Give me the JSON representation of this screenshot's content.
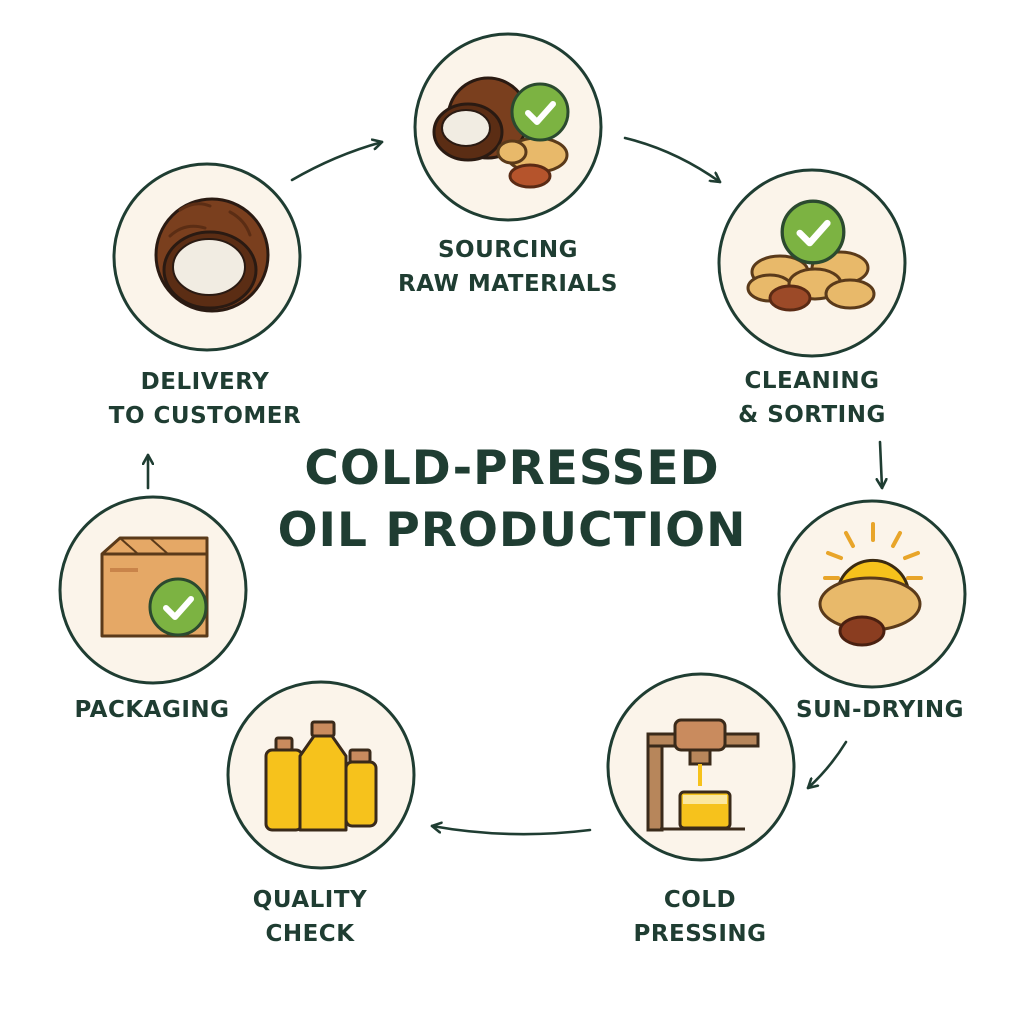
{
  "title": {
    "line1": "COLD-PRESSED",
    "line2": "OIL PRODUCTION"
  },
  "steps": [
    {
      "icon": "coconut-peanut-check-icon",
      "line1": "SOURCING",
      "line2": "RAW MATERIALS"
    },
    {
      "icon": "peanuts-check-icon",
      "line1": "CLEANING",
      "line2": "& SORTING"
    },
    {
      "icon": "sun-peanuts-icon",
      "line1": "SUN-DRYING",
      "line2": ""
    },
    {
      "icon": "oil-press-icon",
      "line1": "COLD",
      "line2": "PRESSING"
    },
    {
      "icon": "oil-bottles-icon",
      "line1": "QUALITY",
      "line2": "CHECK"
    },
    {
      "icon": "box-check-icon",
      "line1": "PACKAGING",
      "line2": ""
    },
    {
      "icon": "coconut-icon",
      "line1": "DELIVERY",
      "line2": "TO CUSTOMER"
    }
  ],
  "colors": {
    "text": "#1f3d32",
    "circle_fill": "#fbf4ea",
    "circle_stroke": "#1f3d32",
    "check_green": "#7cb342",
    "peanut": "#e8b96a",
    "coconut_shell": "#7a3f1e",
    "oil": "#f6c21c",
    "box": "#e5a866"
  }
}
